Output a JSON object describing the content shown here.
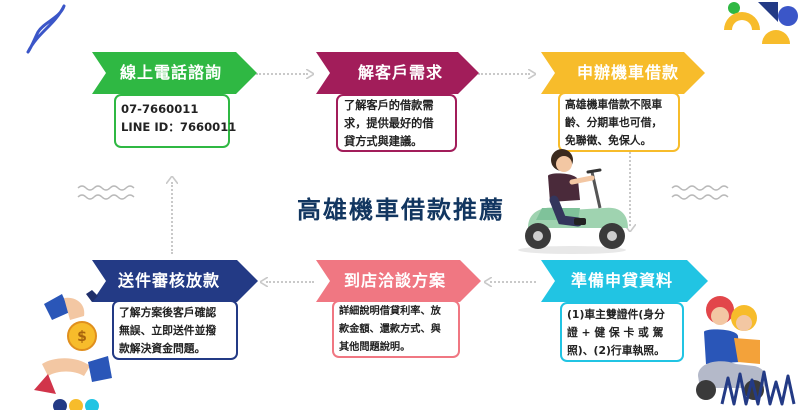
{
  "title": "高雄機車借款推薦",
  "colors": {
    "green": "#2fb843",
    "magenta": "#a21d5a",
    "yellow": "#f7bc2b",
    "navy": "#233a85",
    "pink": "#f07782",
    "cyan": "#21c4e3",
    "title": "#123660"
  },
  "steps": [
    {
      "label": "線上電話諮詢",
      "lines": [
        "07-7660011",
        "LINE ID：7660011"
      ]
    },
    {
      "label": "解客戶需求",
      "lines": [
        "了解客戶的借款需",
        "求，提供最好的借",
        "貸方式與建議。"
      ]
    },
    {
      "label": "申辦機車借款",
      "lines": [
        "高雄機車借款不限車",
        "齡、分期車也可借，",
        "免聯徵、免保人。"
      ]
    },
    {
      "label": "準備申貸資料",
      "lines": [
        "(1)車主雙證件(身分",
        "證 + 健 保 卡 或 駕",
        "照)、(2)行車執照。"
      ]
    },
    {
      "label": "到店洽談方案",
      "lines": [
        "詳細說明借貸利率、放",
        "款金額、還款方式、與",
        "其他問題說明。"
      ]
    },
    {
      "label": "送件審核放款",
      "lines": [
        "了解方案後客戶確認",
        "無誤、立即送件並撥",
        "款解決資金問題。"
      ]
    }
  ]
}
